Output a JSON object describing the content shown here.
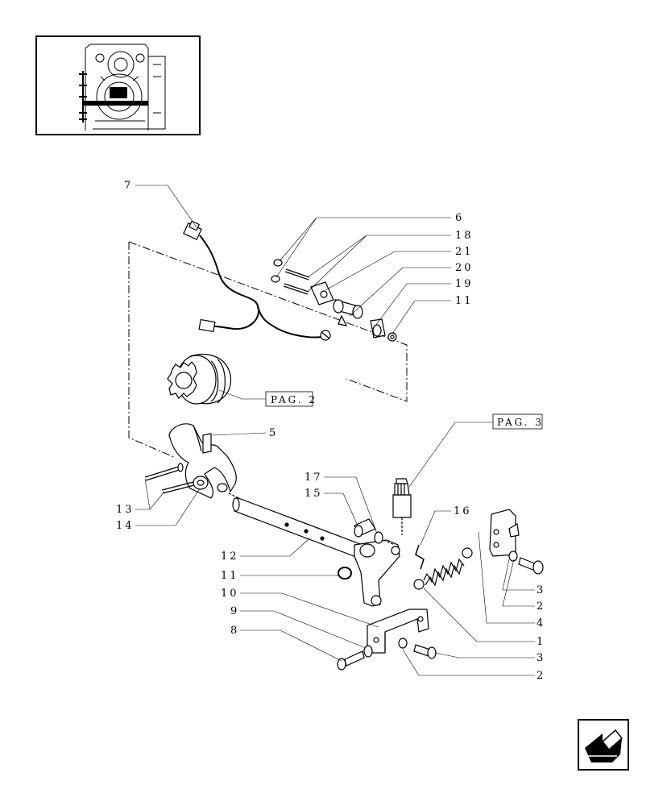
{
  "labels": {
    "l1": "1",
    "l2a": "2",
    "l2b": "2",
    "l3a": "3",
    "l3b": "3",
    "l4": "4",
    "l5": "5",
    "l6": "6",
    "l7": "7",
    "l8": "8",
    "l9": "9",
    "l10": "10",
    "l11a": "11",
    "l11b": "11",
    "l12": "12",
    "l13": "13",
    "l14": "14",
    "l15": "15",
    "l16": "16",
    "l17": "17",
    "l18": "18",
    "l19": "19",
    "l20": "20",
    "l21": "21"
  },
  "page_refs": {
    "pag2": "PAG. 2",
    "pag3": "PAG. 3"
  },
  "icons": {
    "thumbnail": "assembly-locator-thumbnail-icon",
    "nav": "previous-page-arrow-icon"
  },
  "colors": {
    "ink": "#000000",
    "paper": "#ffffff"
  }
}
